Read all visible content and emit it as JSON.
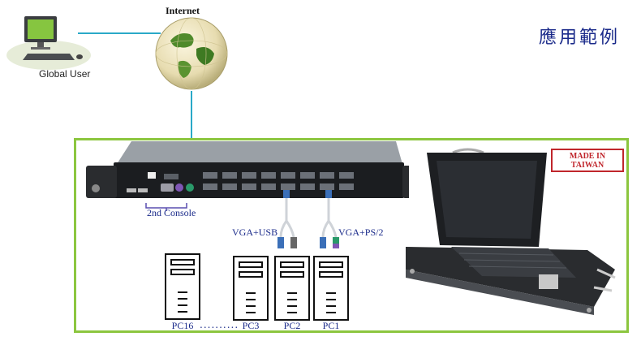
{
  "title": "應用範例",
  "nodes": {
    "global_user": "Global User",
    "internet": "Internet"
  },
  "badge": {
    "line1": "MADE IN",
    "line2": "TAIWAN"
  },
  "labels": {
    "second_console": "2nd Console",
    "vga_usb": "VGA+USB",
    "vga_ps2": "VGA+PS/2",
    "ellipsis": "..........",
    "pcs": [
      "PC16",
      "PC3",
      "PC2",
      "PC1"
    ]
  },
  "colors": {
    "frame": "#8cc63f",
    "connector_line": "#2aa9c8",
    "label_text": "#1a2a8a",
    "badge": "#c0262c"
  }
}
